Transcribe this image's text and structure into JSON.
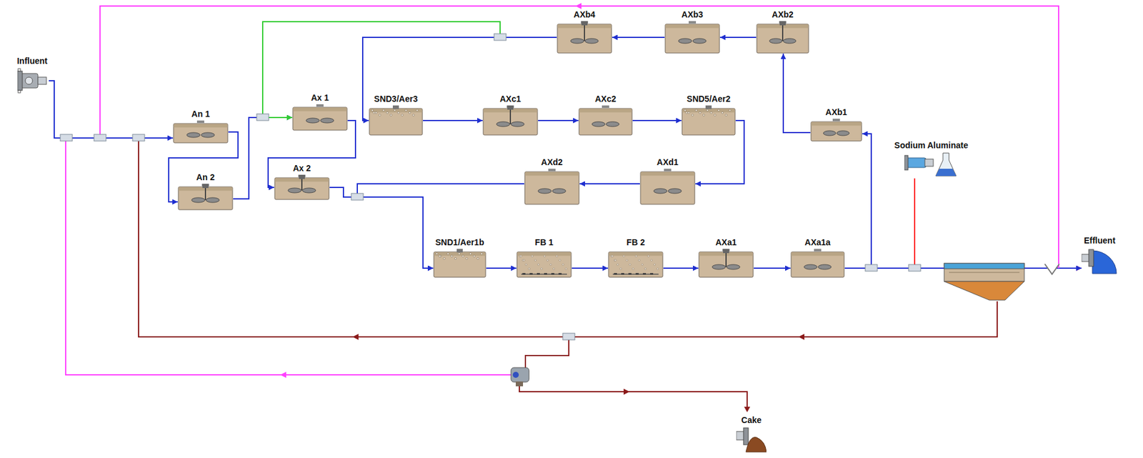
{
  "diagram": {
    "nodes": [
      {
        "text": [
          "Influent"
        ]
      },
      {
        "text": [
          "An 1"
        ]
      },
      {
        "text": [
          "An 2"
        ]
      },
      {
        "text": [
          "Ax 1"
        ]
      },
      {
        "text": [
          "Ax 2"
        ]
      },
      {
        "text": [
          "SND3/Aer3"
        ]
      },
      {
        "text": [
          "AXc1"
        ]
      },
      {
        "text": [
          "AXc2"
        ]
      },
      {
        "text": [
          "SND5/Aer2"
        ]
      },
      {
        "text": [
          "AXd1"
        ]
      },
      {
        "text": [
          "AXd2"
        ]
      },
      {
        "text": [
          "SND1/Aer1b"
        ]
      },
      {
        "text": [
          "FB 1"
        ]
      },
      {
        "text": [
          "FB 2"
        ]
      },
      {
        "text": [
          "AXa1"
        ]
      },
      {
        "text": [
          "AXa1a"
        ]
      },
      {
        "text": [
          "AXb1"
        ]
      },
      {
        "text": [
          "AXb2"
        ]
      },
      {
        "text": [
          "AXb3"
        ]
      },
      {
        "text": [
          "AXb4"
        ]
      },
      {
        "text": [
          "Sodium Aluminate"
        ]
      },
      {
        "text": [
          "Effluent"
        ]
      },
      {
        "text": [
          "Cake"
        ]
      }
    ],
    "edges": [
      {
        "from": 0,
        "to": 1,
        "arrow": "to"
      },
      {
        "from": 1,
        "to": 2,
        "arrow": "to"
      },
      {
        "from": 2,
        "to": 3,
        "arrow": "to"
      },
      {
        "from": 3,
        "to": 4,
        "arrow": "to"
      },
      {
        "from": 4,
        "to": 11,
        "arrow": "to"
      },
      {
        "from": 10,
        "to": 11,
        "arrow": "to"
      },
      {
        "from": 5,
        "to": 6,
        "arrow": "to"
      },
      {
        "from": 6,
        "to": 7,
        "arrow": "to"
      },
      {
        "from": 7,
        "to": 8,
        "arrow": "to"
      },
      {
        "from": 8,
        "to": 9,
        "arrow": "to"
      },
      {
        "from": 9,
        "to": 10,
        "arrow": "to"
      },
      {
        "from": 19,
        "to": 3,
        "arrow": "to"
      },
      {
        "from": 19,
        "to": 5,
        "arrow": "to"
      },
      {
        "from": 11,
        "to": 12,
        "arrow": "to"
      },
      {
        "from": 12,
        "to": 13,
        "arrow": "to"
      },
      {
        "from": 13,
        "to": 14,
        "arrow": "to"
      },
      {
        "from": 14,
        "to": 15,
        "arrow": "to"
      },
      {
        "from": 15,
        "to": 16,
        "arrow": "to"
      },
      {
        "from": 16,
        "to": 17,
        "arrow": "to"
      },
      {
        "from": 17,
        "to": 18,
        "arrow": "to"
      },
      {
        "from": 18,
        "to": 19,
        "arrow": "to"
      },
      {
        "from": 20,
        "to": 21,
        "arrow": "to"
      },
      {
        "from": 15,
        "to": 21,
        "arrow": "to"
      }
    ]
  }
}
